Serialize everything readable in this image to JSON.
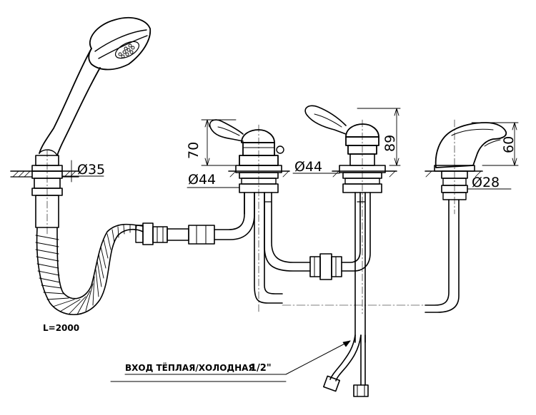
{
  "labels": {
    "handset_diameter": "Ø35",
    "hose_length": "L=2000",
    "mixer_left_diameter": "Ø44",
    "mixer_left_height": "70",
    "mixer_right_diameter": "Ø44",
    "mixer_right_height": "89",
    "spout_diameter": "Ø28",
    "spout_height": "60",
    "inlet_text": "ВХОД  ТЁПЛАЯ/ХОЛОДНАЯ",
    "inlet_size": "1/2\""
  },
  "colors": {
    "line": "#000000",
    "paper": "#ffffff"
  }
}
